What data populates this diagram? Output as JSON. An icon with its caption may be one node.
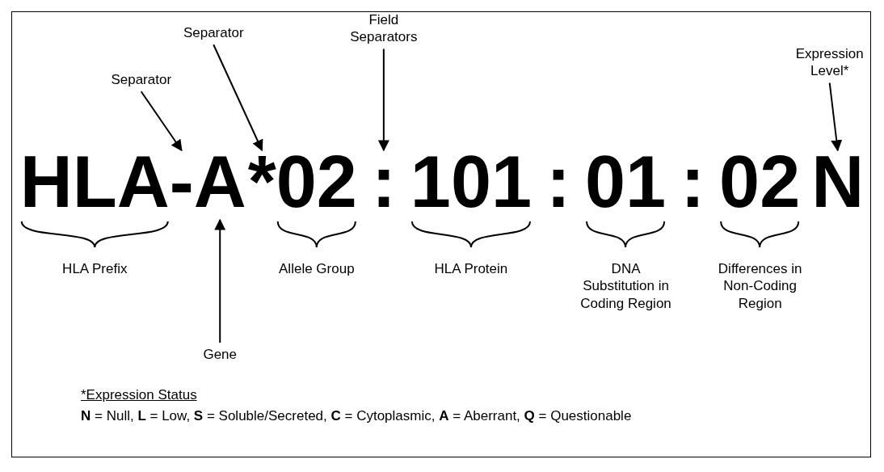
{
  "diagram": {
    "nodes": [
      {
        "text": [
          "HLA"
        ]
      },
      {
        "text": [
          "-"
        ]
      },
      {
        "text": [
          "A"
        ]
      },
      {
        "text": [
          "*"
        ]
      },
      {
        "text": [
          "02"
        ]
      },
      {
        "text": [
          ":"
        ]
      },
      {
        "text": [
          "101"
        ]
      },
      {
        "text": [
          ":"
        ]
      },
      {
        "text": [
          "01"
        ]
      },
      {
        "text": [
          ":"
        ]
      },
      {
        "text": [
          "02"
        ]
      },
      {
        "text": [
          "N"
        ]
      },
      {
        "text": [
          "Separator"
        ]
      },
      {
        "text": [
          "Separator"
        ]
      },
      {
        "text": [
          "Field Separators"
        ]
      },
      {
        "text": [
          "Expression Level*"
        ]
      },
      {
        "text": [
          "Gene"
        ]
      }
    ],
    "edges": [
      {
        "from": 12,
        "to": 1,
        "arrow": "to"
      },
      {
        "from": 13,
        "to": 3,
        "arrow": "to"
      },
      {
        "from": 14,
        "to": 5,
        "arrow": "to"
      },
      {
        "from": 15,
        "to": 11,
        "arrow": "to"
      },
      {
        "from": 16,
        "to": 2,
        "arrow": "to"
      }
    ],
    "labels": [
      "HLA Prefix",
      "Allele Group",
      "HLA Protein",
      "DNA Substitution in Coding Region",
      "Differences in Non-Coding Region",
      "*Expression Status",
      "**N** = Null, **L** = Low, **S** = Soluble/Secreted, **C** = Cytoplasmic, **A** = Aberrant, **Q** = Questionable"
    ]
  }
}
